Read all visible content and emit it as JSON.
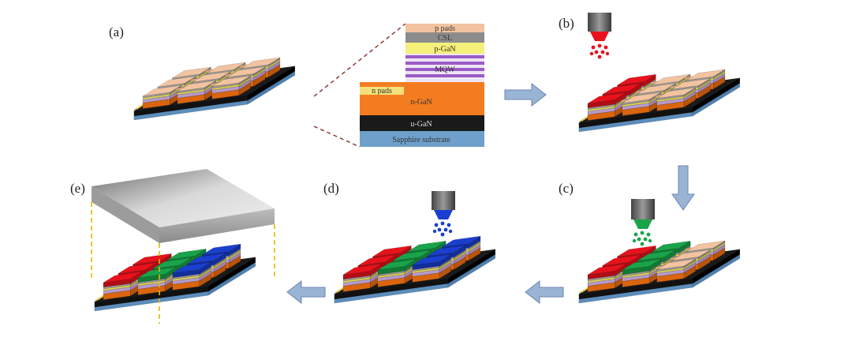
{
  "panels": {
    "a": "(a)",
    "b": "(b)",
    "c": "(c)",
    "d": "(d)",
    "e": "(e)"
  },
  "layer_stack": {
    "p_pads": "p pads",
    "csl": "CSL",
    "p_gan": "p-GaN",
    "mqw": "MQW",
    "n_pads": "n pads",
    "n_gan": "n-GaN",
    "u_gan": "u-GaN",
    "substrate": "Sapphire substrate"
  },
  "colors": {
    "orange": "#f47c20",
    "black": "#1a1a1a",
    "substrate_blue": "#6fa0cc",
    "p_pads": "#f2c3a0",
    "csl": "#8c8c8c",
    "p_gan": "#f5f07a",
    "mqw_purple": "#9a5cc6",
    "mqw_light": "#efe6f5",
    "n_pads": "#f3e07a",
    "red_qd": "#e8121c",
    "green_qd": "#19a34a",
    "blue_qd": "#1a3fd0",
    "arrow": "#9ab4d6"
  }
}
